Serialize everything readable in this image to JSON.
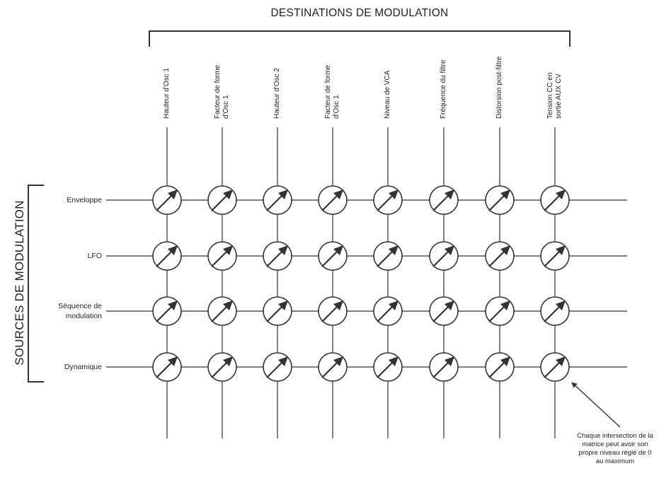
{
  "titles": {
    "destinations": "DESTINATIONS DE MODULATION",
    "sources": "SOURCES DE MODULATION"
  },
  "destinations": [
    [
      "Hauteur d'Osc 1"
    ],
    [
      "Facteur de forme",
      "d'Osc 1"
    ],
    [
      "Hauteur d'Osc 2"
    ],
    [
      "Facteur de forme",
      "d'Osc 1"
    ],
    [
      "Niveau de VCA"
    ],
    [
      "Fréquence du filtre"
    ],
    [
      "Distorsion post-filtre"
    ],
    [
      "Tension CC en",
      "sortie AUX CV"
    ]
  ],
  "sources": [
    [
      "Enveloppe"
    ],
    [
      "LFO"
    ],
    [
      "Séquence de",
      "modulation"
    ],
    [
      "Dynamique"
    ]
  ],
  "note": [
    "Chaque intersection de la",
    "matrice peut avoir son",
    "propre niveau réglé de 0",
    "au maximum"
  ],
  "colors": {
    "line": "#333333",
    "knob_fill": "#ffffff"
  }
}
